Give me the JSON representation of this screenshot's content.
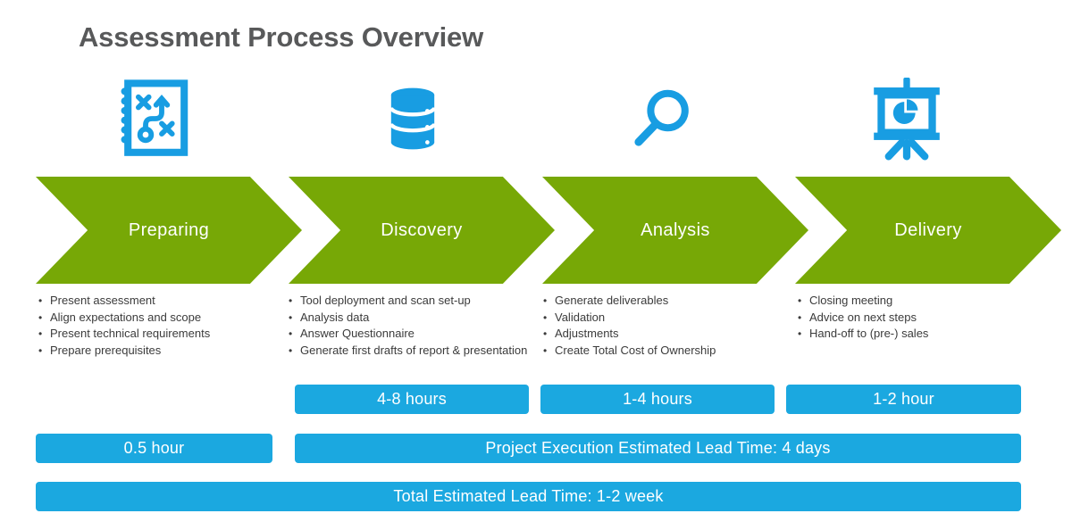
{
  "title": "Assessment Process Overview",
  "colors": {
    "arrow_green": "#77a806",
    "bar_blue": "#1ba8e0",
    "icon_blue": "#189de2",
    "title_gray": "#58595a",
    "bullet_text": "#3b3b3b"
  },
  "phases": [
    {
      "label": "Preparing",
      "icon": "strategy-plan-icon",
      "bullets": [
        "Present assessment",
        "Align expectations and scope",
        "Present technical requirements",
        "Prepare prerequisites"
      ]
    },
    {
      "label": "Discovery",
      "icon": "database-icon",
      "bullets": [
        "Tool deployment and scan set-up",
        "Analysis data",
        "Answer Questionnaire",
        "Generate first drafts of report & presentation"
      ]
    },
    {
      "label": "Analysis",
      "icon": "magnifier-icon",
      "bullets": [
        "Generate deliverables",
        "Validation",
        "Adjustments",
        "Create Total Cost of Ownership"
      ]
    },
    {
      "label": "Delivery",
      "icon": "presentation-chart-icon",
      "bullets": [
        "Closing meeting",
        "Advice on next steps",
        "Hand-off to (pre-) sales"
      ]
    }
  ],
  "bars": {
    "durations": [
      {
        "phase": "Preparing",
        "label": "0.5 hour"
      },
      {
        "phase": "Discovery",
        "label": "4-8 hours"
      },
      {
        "phase": "Analysis",
        "label": "1-4 hours"
      },
      {
        "phase": "Delivery",
        "label": "1-2 hour"
      }
    ],
    "project_execution": "Project Execution Estimated Lead Time: 4 days",
    "total": "Total Estimated Lead Time: 1-2 week"
  }
}
